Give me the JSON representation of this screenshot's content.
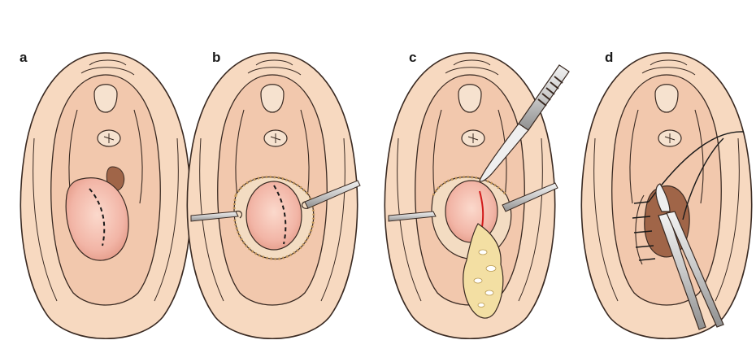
{
  "panels": [
    {
      "label": "a",
      "step": "incision-marking"
    },
    {
      "label": "b",
      "step": "retraction-exposure"
    },
    {
      "label": "c",
      "step": "excision-cyst-contents"
    },
    {
      "label": "d",
      "step": "suturing"
    }
  ],
  "colors": {
    "skin": "#f7d9c0",
    "skin_shadow": "#eec3a4",
    "outline": "#3a2a22",
    "mucosa": "#f3b9a3",
    "cyst": "#f2b5a6",
    "cyst_shadow": "#e8a08f",
    "instrument": "#dadada",
    "instrument_dark": "#9a9a9a",
    "incision": "#d11a1a",
    "cyst_content": "#f3dfa3",
    "cavity": "#a06548"
  },
  "icons": [
    "scalpel-icon",
    "retractor-icon",
    "needle-holder-icon",
    "suture-icon"
  ]
}
